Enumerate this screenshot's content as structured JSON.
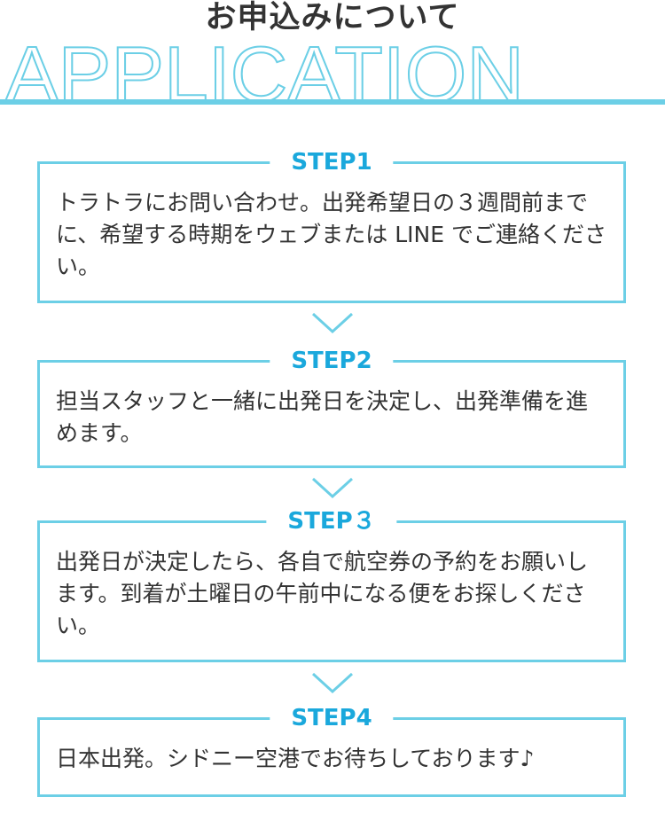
{
  "header": {
    "title": "お申込みについて",
    "bg_word": "APPLICATION"
  },
  "steps": [
    {
      "label": "STEP1",
      "text": "トラトラにお問い合わせ。出発希望日の３週間前までに、希望する時期をウェブまたは LINE でご連絡ください。"
    },
    {
      "label": "STEP2",
      "text": "担当スタッフと一緒に出発日を決定し、出発準備を進めます。"
    },
    {
      "label": "STEP３",
      "text": "出発日が決定したら、各自で航空券の予約をお願いします。到着が土曜日の午前中になる便をお探しください。"
    },
    {
      "label": "STEP4",
      "text": "日本出発。シドニー空港でお待ちしております♪"
    }
  ],
  "colors": {
    "accent": "#6ccfe6",
    "step": "#1aa8dc"
  }
}
